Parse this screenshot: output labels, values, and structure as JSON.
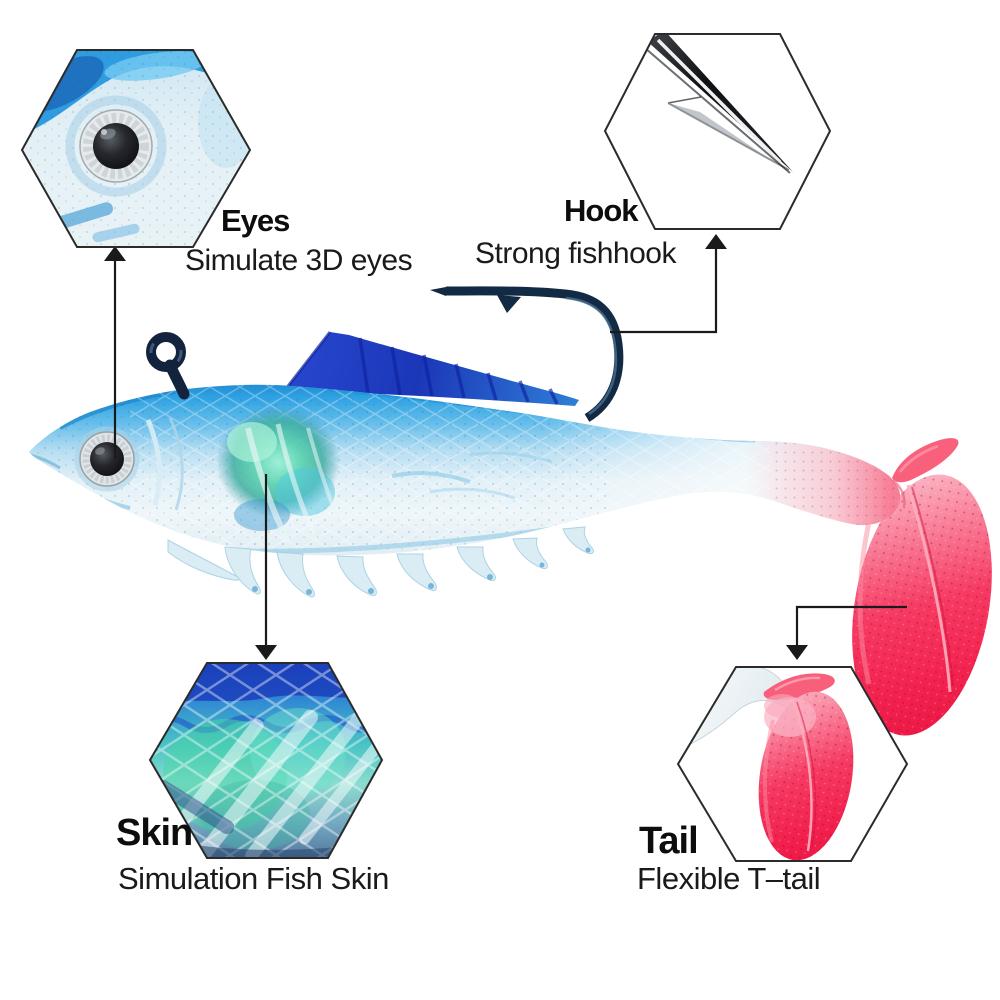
{
  "callouts": {
    "eyes": {
      "title": "Eyes",
      "subtitle": "Simulate 3D eyes"
    },
    "hook": {
      "title": "Hook",
      "subtitle": "Strong fishhook"
    },
    "skin": {
      "title": "Skin",
      "subtitle": "Simulation Fish Skin"
    },
    "tail": {
      "title": "Tail",
      "subtitle": "Flexible T–tail"
    }
  },
  "colors": {
    "background": "#ffffff",
    "body_blue": "#2196dd",
    "dorsal_fin_blue": "#1b37b8",
    "belly_white": "#ecf4f7",
    "iridescent_teal": "#4ed0a9",
    "tail_red": "#f5244e",
    "hook_metal_navy": "#13233d",
    "hexagon_outline": "#2b2b2b",
    "callout_line": "#1a1a1a",
    "text": "#111111"
  }
}
